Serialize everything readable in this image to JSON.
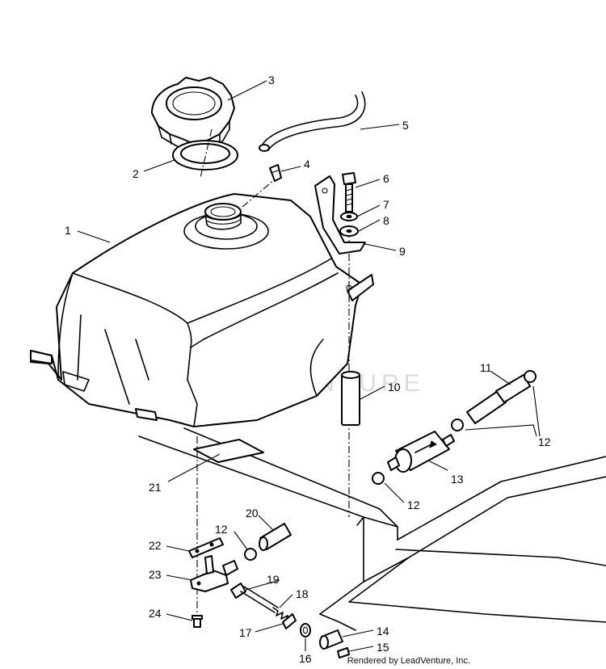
{
  "diagram": {
    "watermark_text": "LEADVENTURE",
    "footer": "Rendered by LeadVenture, Inc.",
    "callouts": {
      "c1": "1",
      "c2": "2",
      "c3": "3",
      "c4": "4",
      "c5": "5",
      "c6": "6",
      "c7": "7",
      "c8": "8",
      "c9": "9",
      "c10": "10",
      "c11": "11",
      "c12a": "12",
      "c12b": "12",
      "c12c": "12",
      "c13": "13",
      "c14": "14",
      "c15": "15",
      "c16": "16",
      "c17": "17",
      "c18": "18",
      "c19": "19",
      "c20": "20",
      "c21": "21",
      "c22": "22",
      "c23": "23",
      "c24": "24"
    }
  }
}
